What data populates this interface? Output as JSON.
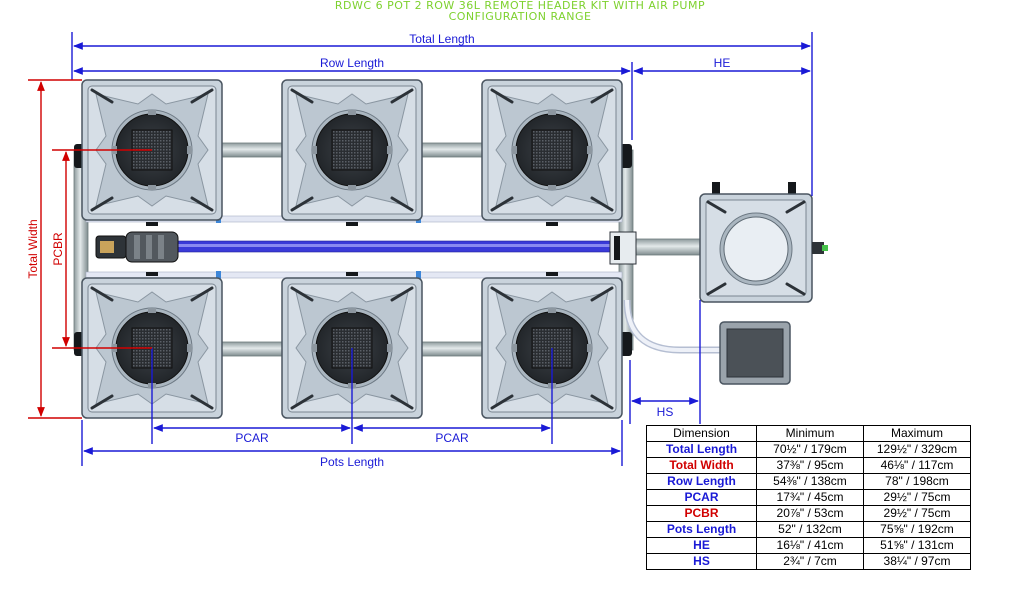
{
  "title": {
    "line1": "RDWC 6 POT 2 ROW 36L REMOTE HEADER KIT WITH AIR PUMP",
    "line2": "CONFIGURATION RANGE"
  },
  "labels": {
    "total_length": "Total Length",
    "row_length": "Row Length",
    "he": "HE",
    "total_width": "Total Width",
    "pcbr": "PCBR",
    "pcar_left": "PCAR",
    "pcar_right": "PCAR",
    "pots_length": "Pots Length",
    "hs": "HS"
  },
  "colors": {
    "title": "#7dd12e",
    "dimension_blue": "#1a1ad6",
    "dimension_red": "#d10000",
    "pot_fill": "#c9d3dc",
    "pot_stroke": "#4a5560",
    "pipe": "#b8c4c6",
    "air_line": "#3a3ad8",
    "hose": "#e4e8f4"
  },
  "table": {
    "headers": [
      "Dimension",
      "Minimum",
      "Maximum"
    ],
    "rows": [
      {
        "label": "Total Length",
        "min": "70½\" / 179cm",
        "max": "129½\" / 329cm",
        "color": "#1a1ad6"
      },
      {
        "label": "Total Width",
        "min": "37⅜\" / 95cm",
        "max": "46⅛\" / 117cm",
        "color": "#d10000"
      },
      {
        "label": "Row Length",
        "min": "54⅜\" / 138cm",
        "max": "78\" / 198cm",
        "color": "#1a1ad6"
      },
      {
        "label": "PCAR",
        "min": "17¾\" / 45cm",
        "max": "29½\" / 75cm",
        "color": "#1a1ad6"
      },
      {
        "label": "PCBR",
        "min": "20⅞\" / 53cm",
        "max": "29½\" / 75cm",
        "color": "#d10000"
      },
      {
        "label": "Pots Length",
        "min": "52\" / 132cm",
        "max": "75⅝\" / 192cm",
        "color": "#1a1ad6"
      },
      {
        "label": "HE",
        "min": "16⅛\" / 41cm",
        "max": "51⅝\" / 131cm",
        "color": "#1a1ad6"
      },
      {
        "label": "HS",
        "min": "2¾\" / 7cm",
        "max": "38¼\" / 97cm",
        "color": "#1a1ad6"
      }
    ]
  }
}
